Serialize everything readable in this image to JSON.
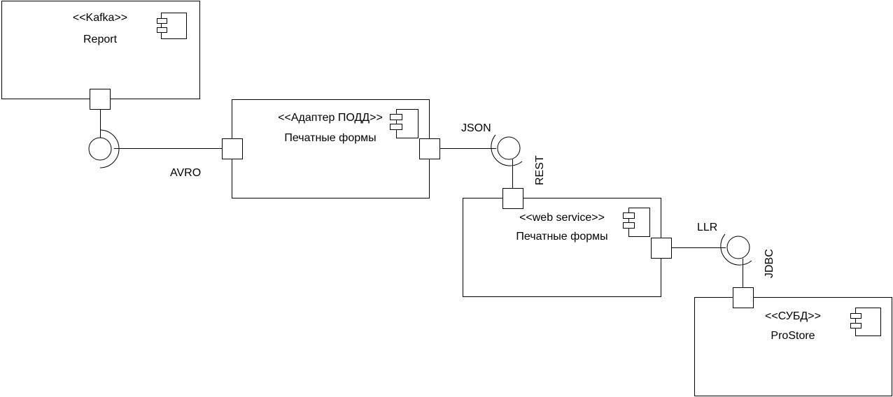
{
  "components": [
    {
      "id": "kafka",
      "stereotype": "<<Kafka>>",
      "name": "Report",
      "icon": "component-icon"
    },
    {
      "id": "adapter",
      "stereotype": "<<Адаптер ПОДД>>",
      "name": "Печатные формы",
      "icon": "component-icon"
    },
    {
      "id": "webservice",
      "stereotype": "<<web service>>",
      "name": "Печатные формы",
      "icon": "component-icon"
    },
    {
      "id": "dbms",
      "stereotype": "<<СУБД>>",
      "name": "ProStore",
      "icon": "component-icon"
    }
  ],
  "interfaces": {
    "avro": "AVRO",
    "json": "JSON",
    "rest": "REST",
    "llr": "LLR",
    "jdbc": "JDBC"
  },
  "colors": {
    "stroke": "#000000",
    "background": "#ffffff"
  }
}
